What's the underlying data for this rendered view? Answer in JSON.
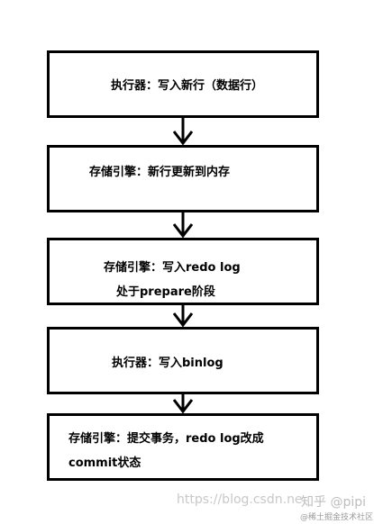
{
  "diagram": {
    "steps": [
      {
        "lines": [
          "执行器：写入新行（数据行）"
        ]
      },
      {
        "lines": [
          "存储引擎：新行更新到内存"
        ]
      },
      {
        "lines": [
          "存储引擎：写入redo log",
          "处于prepare阶段"
        ]
      },
      {
        "lines": [
          "执行器：写入binlog"
        ]
      },
      {
        "lines": [
          "存储引擎：提交事务，redo log改成",
          "commit状态"
        ]
      }
    ]
  },
  "watermarks": {
    "csdn": "https://blog.csdn.ne",
    "zhihu": "知乎 @pipi",
    "juejin": "@稀土掘金技术社区"
  }
}
